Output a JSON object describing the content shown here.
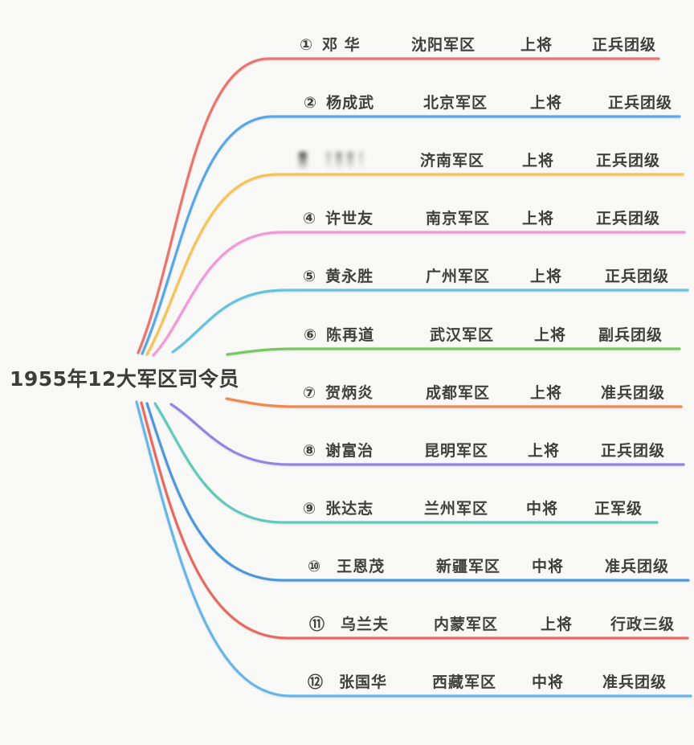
{
  "title": "1955年12大军区司令员",
  "background": "#f8f8f6",
  "title_color": "#3c3c3c",
  "text_color": "#3f3f3f",
  "rows": [
    {
      "num": "①",
      "name": "邓 华",
      "region": "沈阳军区",
      "rank": "上将",
      "grade": "正兵团级",
      "color": "#e9756d",
      "name_redacted": false
    },
    {
      "num": "②",
      "name": "杨成武",
      "region": "北京军区",
      "rank": "上将",
      "grade": "正兵团级",
      "color": "#59a7e6",
      "name_redacted": false
    },
    {
      "num": "",
      "name": "",
      "region": "济南军区",
      "rank": "上将",
      "grade": "正兵团级",
      "color": "#f6c454",
      "name_redacted": true
    },
    {
      "num": "④",
      "name": "许世友",
      "region": "南京军区",
      "rank": "上将",
      "grade": "正兵团级",
      "color": "#f09ad8",
      "name_redacted": false
    },
    {
      "num": "⑤",
      "name": "黄永胜",
      "region": "广州军区",
      "rank": "上将",
      "grade": "正兵团级",
      "color": "#66c3dd",
      "name_redacted": false
    },
    {
      "num": "⑥",
      "name": "陈再道",
      "region": "武汉军区",
      "rank": "上将",
      "grade": "副兵团级",
      "color": "#76c95f",
      "name_redacted": false
    },
    {
      "num": "⑦",
      "name": "贺炳炎",
      "region": "成都军区",
      "rank": "上将",
      "grade": "准兵团级",
      "color": "#ee8a50",
      "name_redacted": false
    },
    {
      "num": "⑧",
      "name": "谢富治",
      "region": "昆明军区",
      "rank": "上将",
      "grade": "正兵团级",
      "color": "#9486e0",
      "name_redacted": false
    },
    {
      "num": "⑨",
      "name": "张达志",
      "region": "兰州军区",
      "rank": "中将",
      "grade": "正军级",
      "color": "#5ecabc",
      "name_redacted": false
    },
    {
      "num": "⑩",
      "name": "王恩茂",
      "region": "新疆军区",
      "rank": "中将",
      "grade": "准兵团级",
      "color": "#4d97da",
      "name_redacted": false
    },
    {
      "num": "⑪",
      "name": "乌兰夫",
      "region": "内蒙军区",
      "rank": "上将",
      "grade": "行政三级",
      "color": "#e76a62",
      "name_redacted": false
    },
    {
      "num": "⑫",
      "name": "张国华",
      "region": "西藏军区",
      "rank": "中将",
      "grade": "准兵团级",
      "color": "#66b6ea",
      "name_redacted": false
    }
  ]
}
